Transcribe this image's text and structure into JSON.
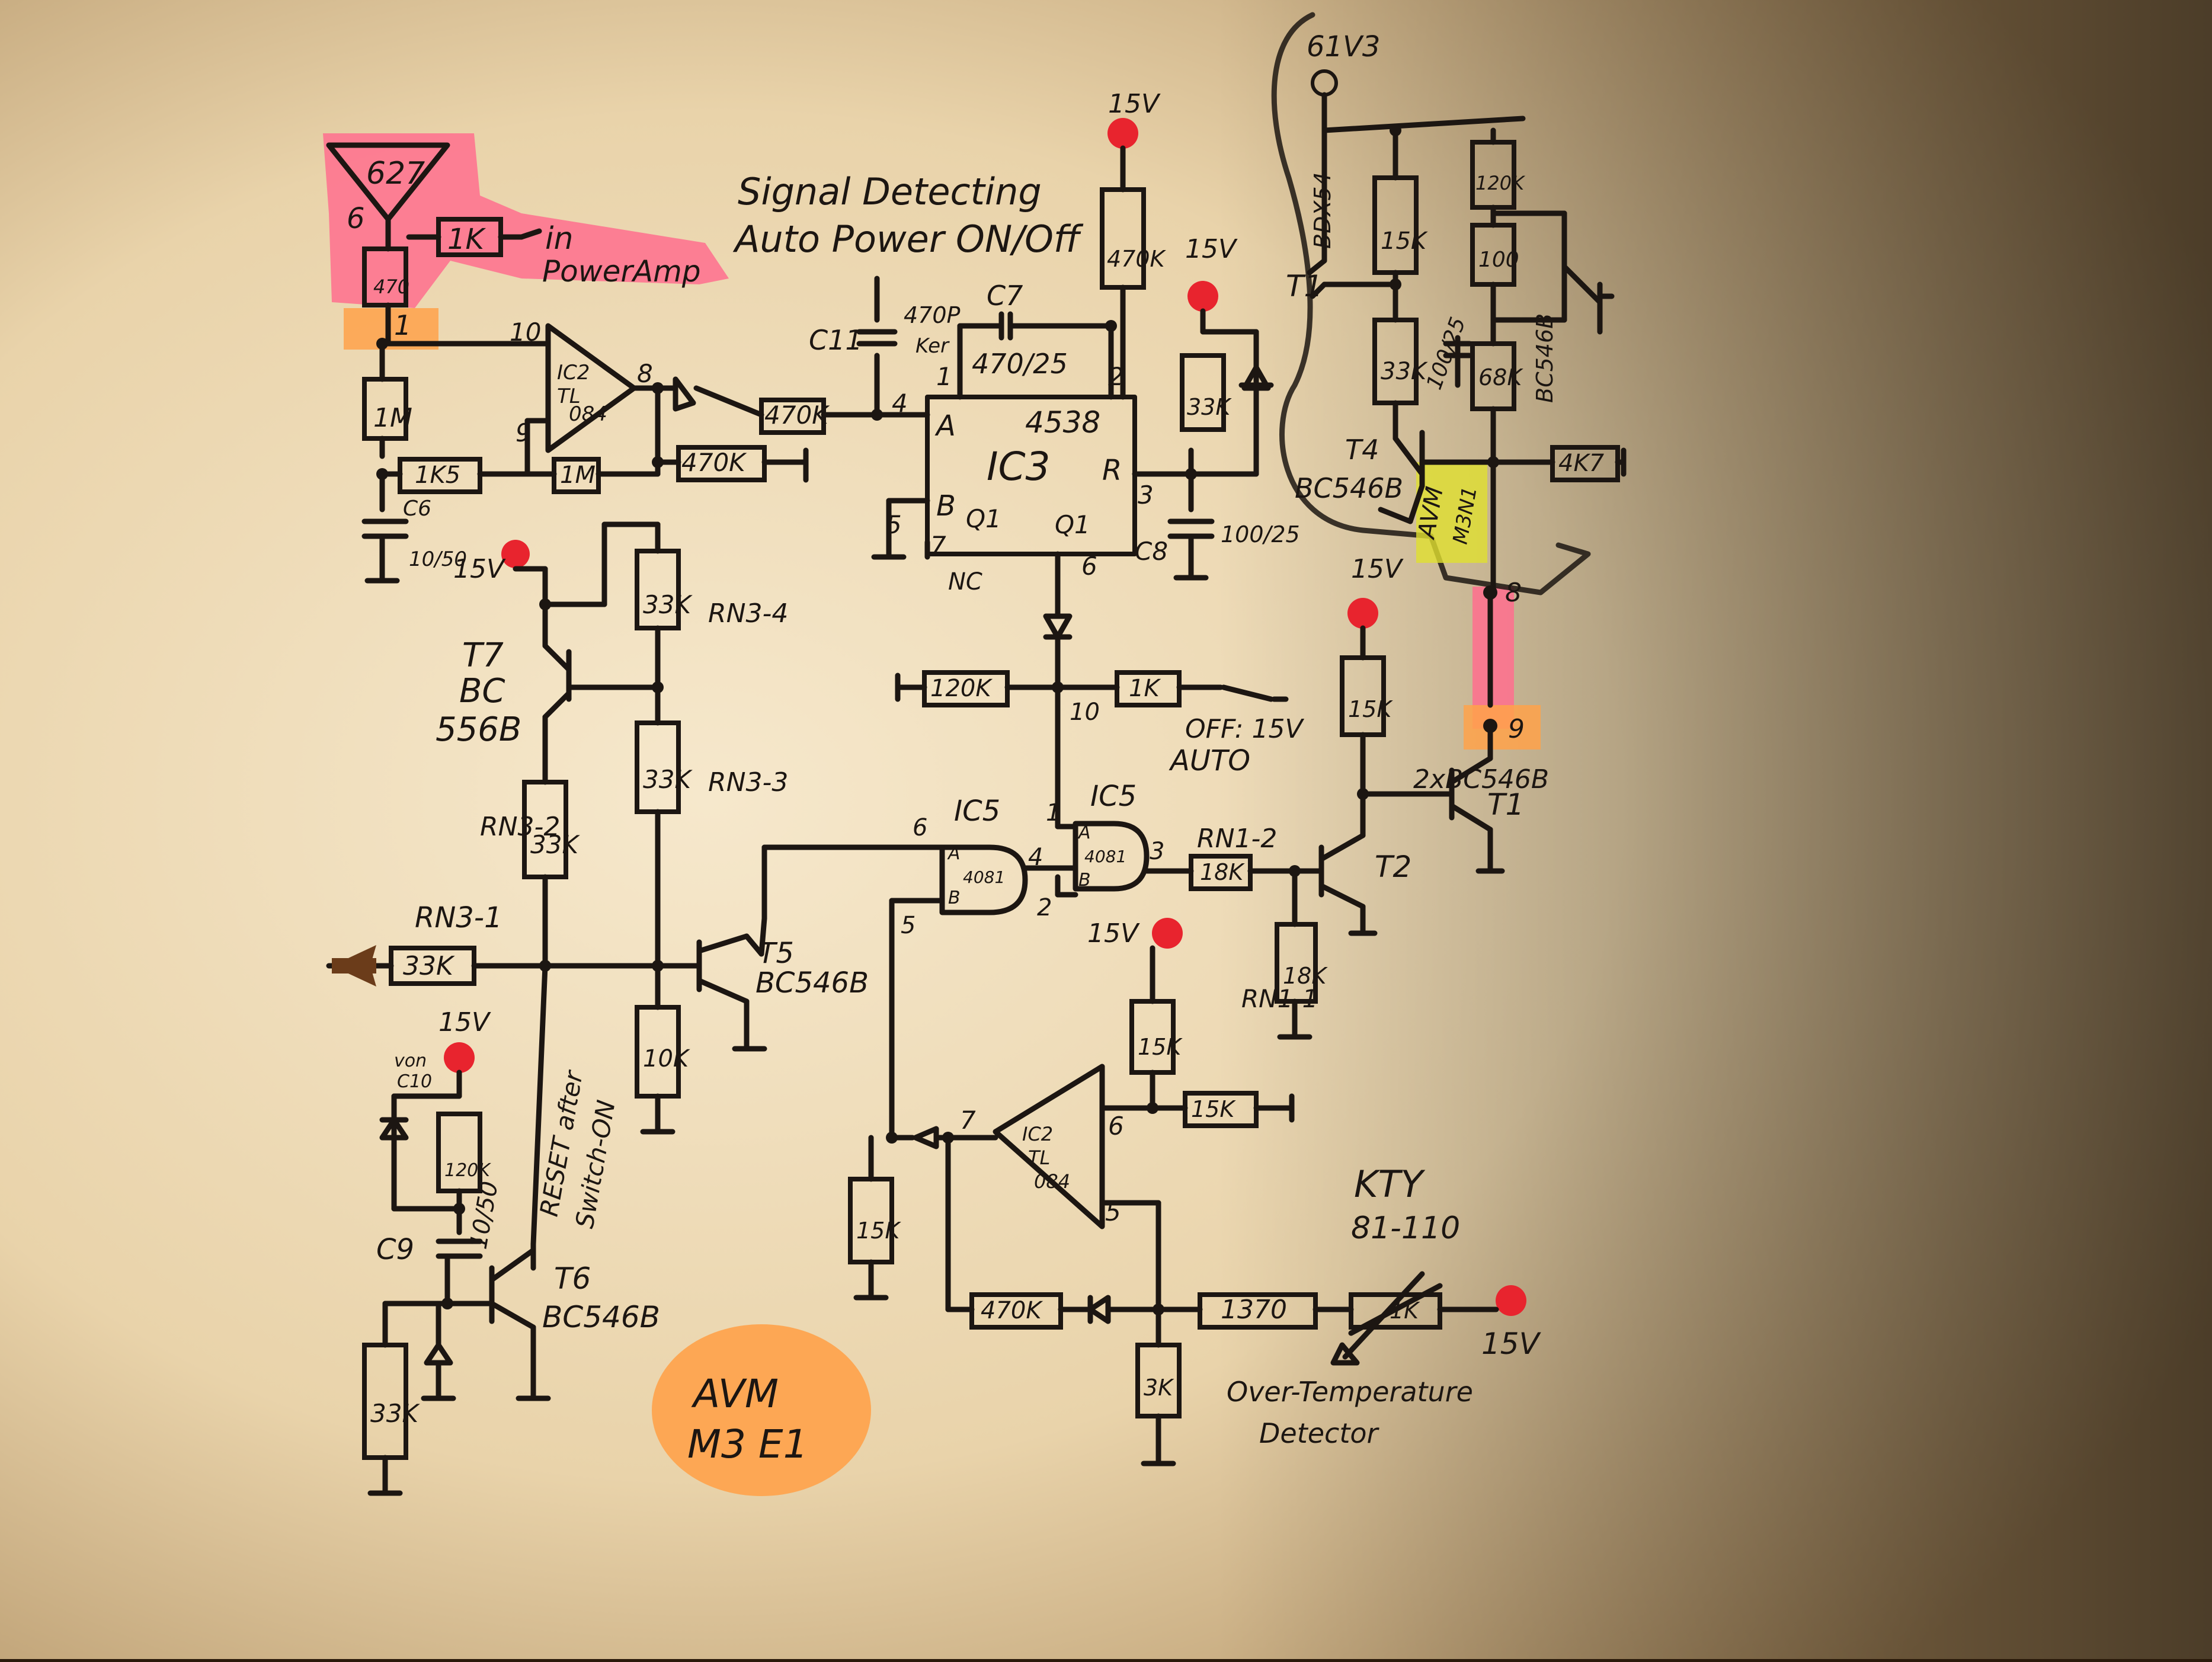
{
  "title": {
    "line1": "Signal Detecting",
    "line2": "Auto Power ON/Off"
  },
  "supplies": {
    "v15": "15V",
    "v61": "61V3"
  },
  "top_left": {
    "opamp": "627",
    "pin6": "6",
    "out_resistor": "1K",
    "out_note_1": "in",
    "out_note_2": "PowerAmp",
    "r_470": "470",
    "node1": "1"
  },
  "ic2a": {
    "name_1": "IC2",
    "name_2": "TL",
    "name_3": "084",
    "pin10": "10",
    "pin9": "9",
    "pin8": "8",
    "r_1m_left": "1M",
    "r_1k5": "1K5",
    "r_1m_fb": "1M",
    "r_470k_gnd": "470K",
    "c6": "C6",
    "c6_val": "10/50",
    "r_470k_in": "470K"
  },
  "ic3": {
    "part": "4538",
    "name": "IC3",
    "pin_a": "A",
    "pin_b": "B",
    "pin_r": "R",
    "pin_q1n": "Q1",
    "pin_q1": "Q1",
    "pin4": "4",
    "pin1": "1",
    "pin2": "2",
    "pin3": "3",
    "pin5": "5",
    "pin6": "6",
    "pin7": "7",
    "nc": "NC",
    "c11": "C11",
    "c11_val_1": "470P",
    "c11_val_2": "Ker",
    "c7": "C7",
    "c7_val": "470/25",
    "r_470k_top": "470K",
    "r_33k": "33K",
    "c8": "C8",
    "c8_val": "100/25"
  },
  "switch": {
    "r_120k": "120K",
    "r_1k": "1K",
    "node10": "10",
    "off": "OFF: 15V",
    "auto": "AUTO"
  },
  "t7": {
    "name_1": "T7",
    "name_2": "BC",
    "name_3": "556B",
    "r_33k_a": "33K",
    "r_33k_b": "33K",
    "rn34": "RN3-4",
    "rn33": "RN3-3",
    "rn32": "RN3-2",
    "r_33k_c": "33K"
  },
  "input": {
    "rn31": "RN3-1",
    "r_33k": "33K",
    "from_1": "von",
    "from_2": "C10"
  },
  "t5": {
    "name_1": "T5",
    "name_2": "BC546B",
    "r_10k": "10K"
  },
  "ic5": {
    "label_a": "IC5",
    "label_b": "IC5",
    "part_a": "4081",
    "part_b": "4081",
    "pa": "A",
    "pb": "B",
    "pa2": "A",
    "pb2": "B",
    "pin6": "6",
    "pin5": "5",
    "pin4": "4",
    "pin1": "1",
    "pin2": "2",
    "pin3": "3"
  },
  "t2": {
    "name": "T2",
    "rn12": "RN1-2",
    "rn11": "RN1-1",
    "r_18k_a": "18K",
    "r_18k_b": "18K"
  },
  "t1": {
    "name": "T1",
    "part": "2xBC546B",
    "r_15k": "15K",
    "node8": "8",
    "node9": "9"
  },
  "ic2b": {
    "name_1": "IC2",
    "name_2": "TL",
    "name_3": "084",
    "pin7": "7",
    "pin6": "6",
    "pin5": "5",
    "r_15k_top": "15K",
    "r_15k_side": "15K",
    "r_15k_out": "15K",
    "r_470k": "470K",
    "r_1370": "1370",
    "r_3k": "3K",
    "sensor_1": "KTY",
    "sensor_2": "81-110",
    "sensor_r": "1K",
    "caption_1": "Over-Temperature",
    "caption_2": "Detector"
  },
  "reset": {
    "note_1": "RESET after",
    "note_2": "Switch-ON",
    "t6_1": "T6",
    "t6_2": "BC546B",
    "c9": "C9",
    "c9_val": "10/50",
    "r_120k": "120K",
    "r_33k": "33K"
  },
  "relay_box": {
    "t1": "T1",
    "t1_part": "BDX54",
    "r_15k": "15K",
    "r_33k": "33K",
    "c_val": "100/25",
    "r_100": "100",
    "r_120k": "120K",
    "r_68k": "68K",
    "bc": "BC546B",
    "t4_1": "T4",
    "t4_2": "BC546B",
    "r_4k7": "4K7",
    "avm_1": "AVM",
    "avm_2": "M3N1"
  },
  "badge": {
    "line1": "AVM",
    "line2": "M3 E1"
  },
  "colors": {
    "paper": "#ecd8b2",
    "ink": "#1c1612",
    "pink": "#ff6f8e",
    "orange": "#ffa24a",
    "yellow": "#e0e030",
    "supply_red": "#e8242e"
  }
}
